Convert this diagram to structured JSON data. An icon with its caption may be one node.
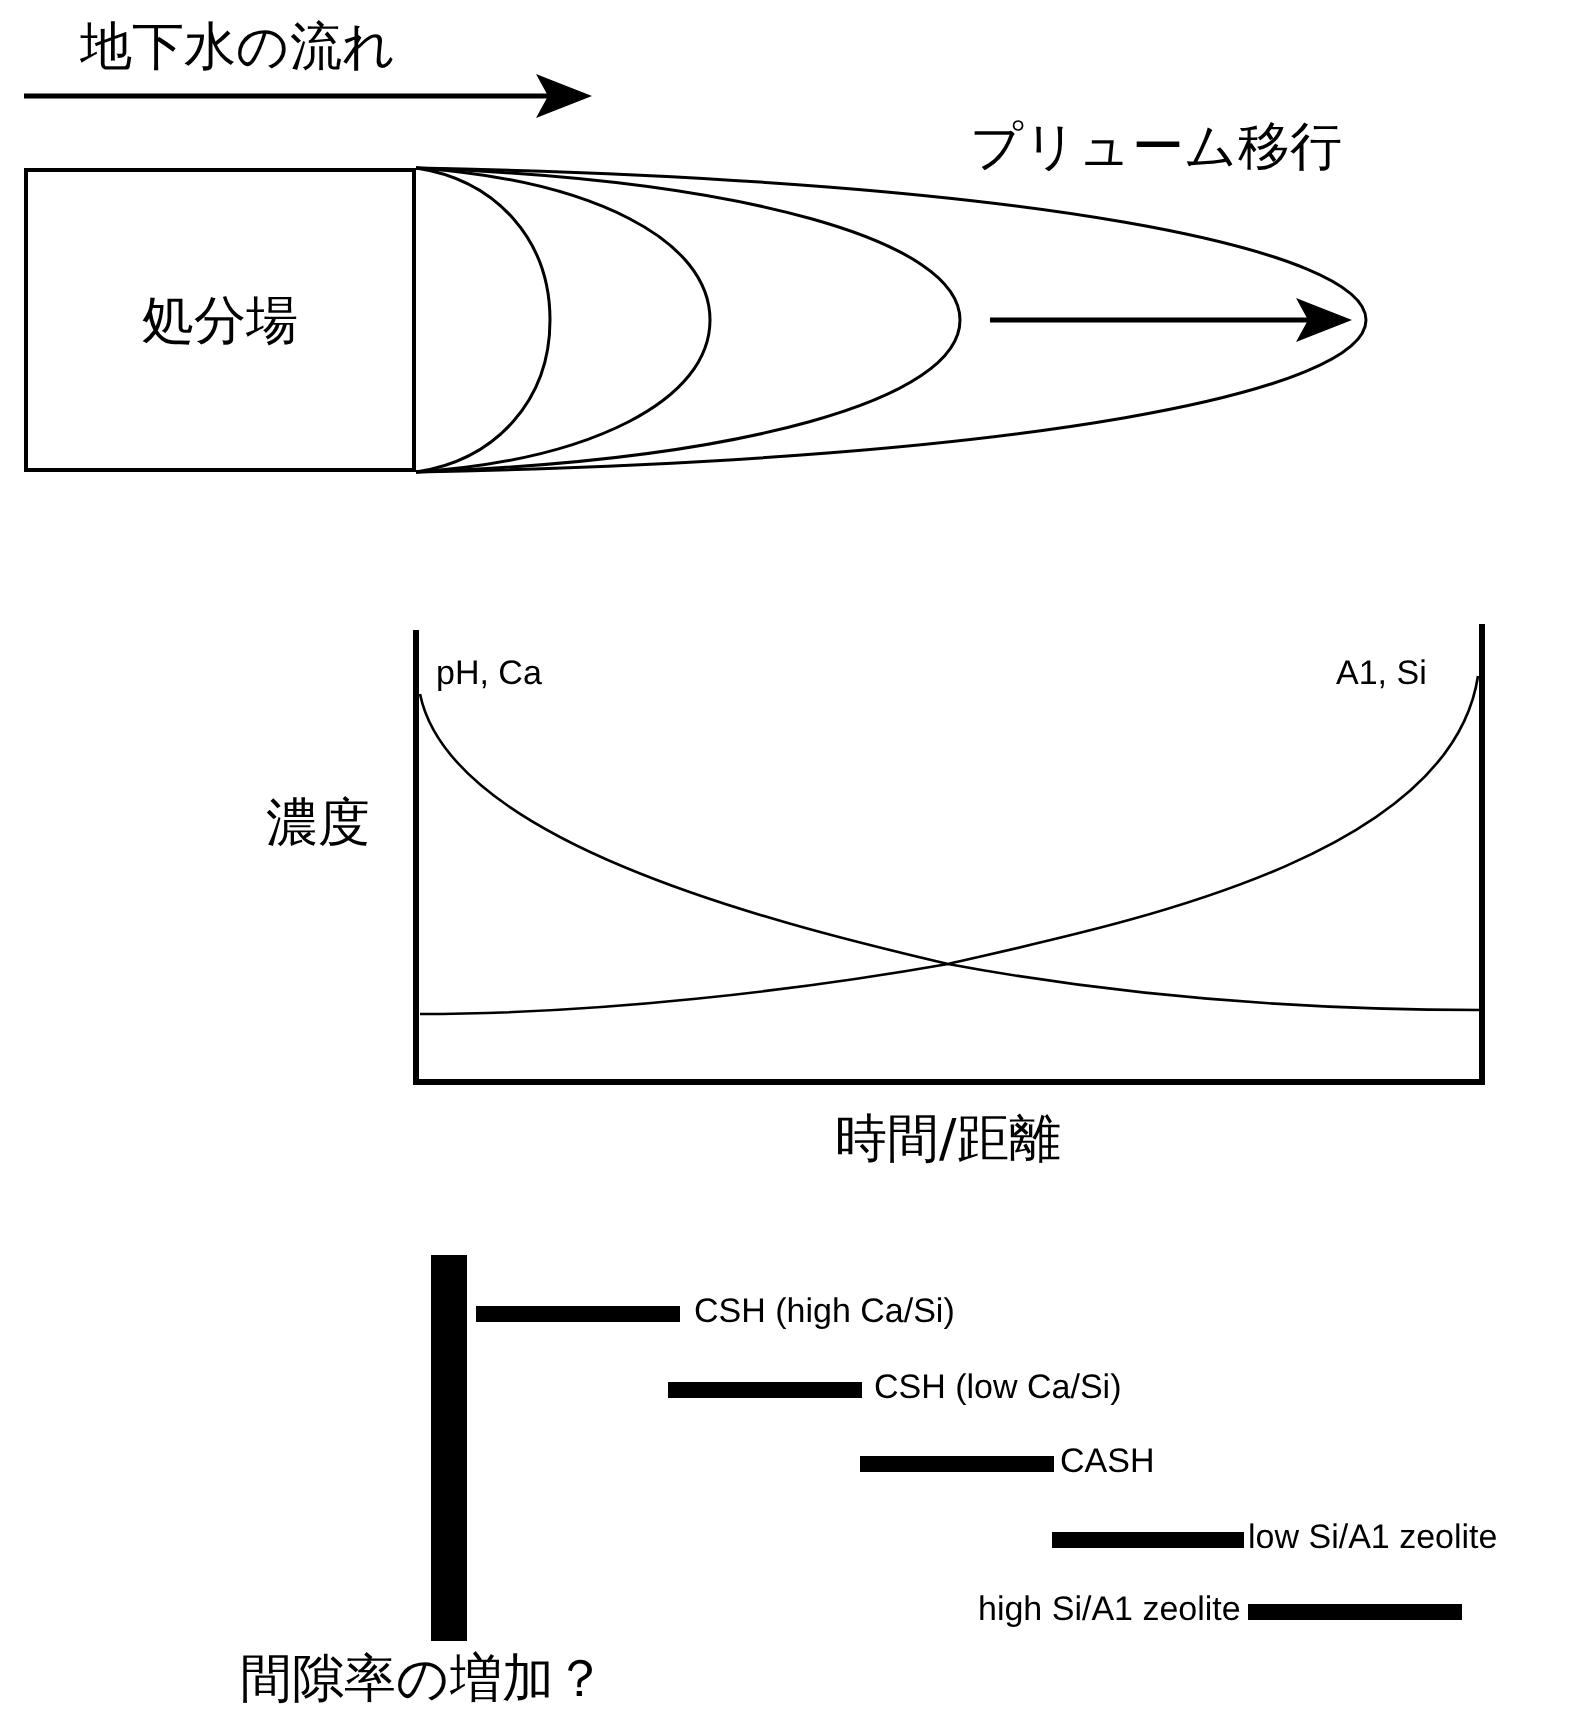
{
  "diagram": {
    "nodes": [
      {
        "text": [
          "処分場"
        ]
      },
      {
        "text": [],
        "shape": "bar"
      }
    ],
    "labels": [
      "地下水の流れ",
      "プリューム移行",
      "pH, Ca",
      "A1, Si",
      "濃度",
      "時間/距離",
      "CSH (high Ca/Si)",
      "CSH (low Ca/Si)",
      "CASH",
      "low Si/A1 zeolite",
      "high Si/A1 zeolite",
      "間隙率の増加？"
    ]
  }
}
